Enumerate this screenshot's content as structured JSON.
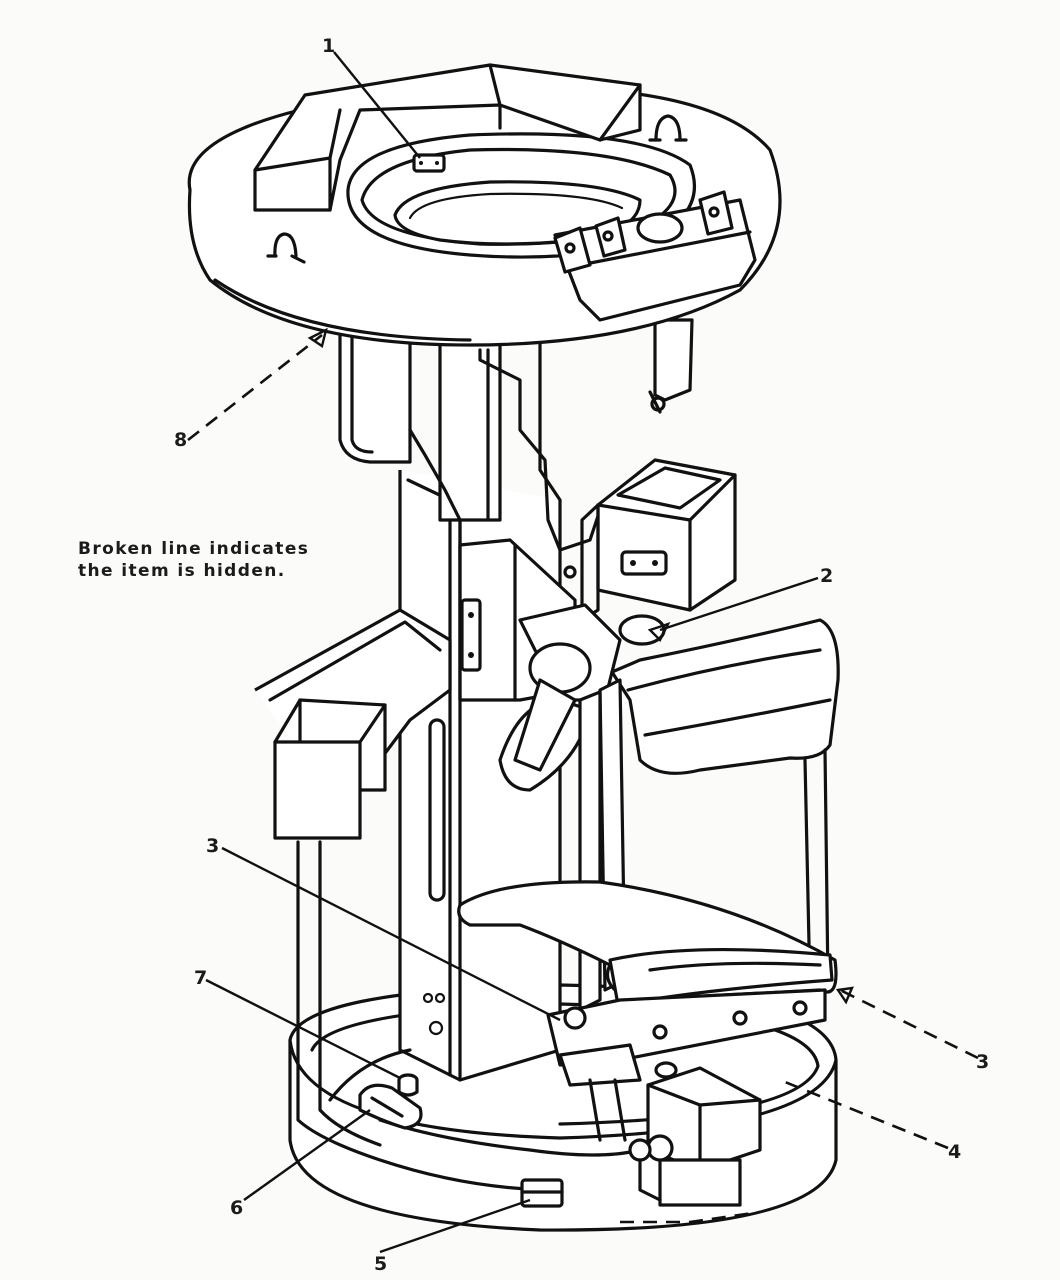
{
  "note": {
    "line1": "Broken line indicates",
    "line2": "the item is hidden."
  },
  "callouts": [
    {
      "id": "c1",
      "text": "1"
    },
    {
      "id": "c2",
      "text": "2"
    },
    {
      "id": "c3a",
      "text": "3"
    },
    {
      "id": "c3b",
      "text": "3"
    },
    {
      "id": "c4",
      "text": "4"
    },
    {
      "id": "c5",
      "text": "5"
    },
    {
      "id": "c6",
      "text": "6"
    },
    {
      "id": "c7",
      "text": "7"
    },
    {
      "id": "c8",
      "text": "8"
    }
  ]
}
